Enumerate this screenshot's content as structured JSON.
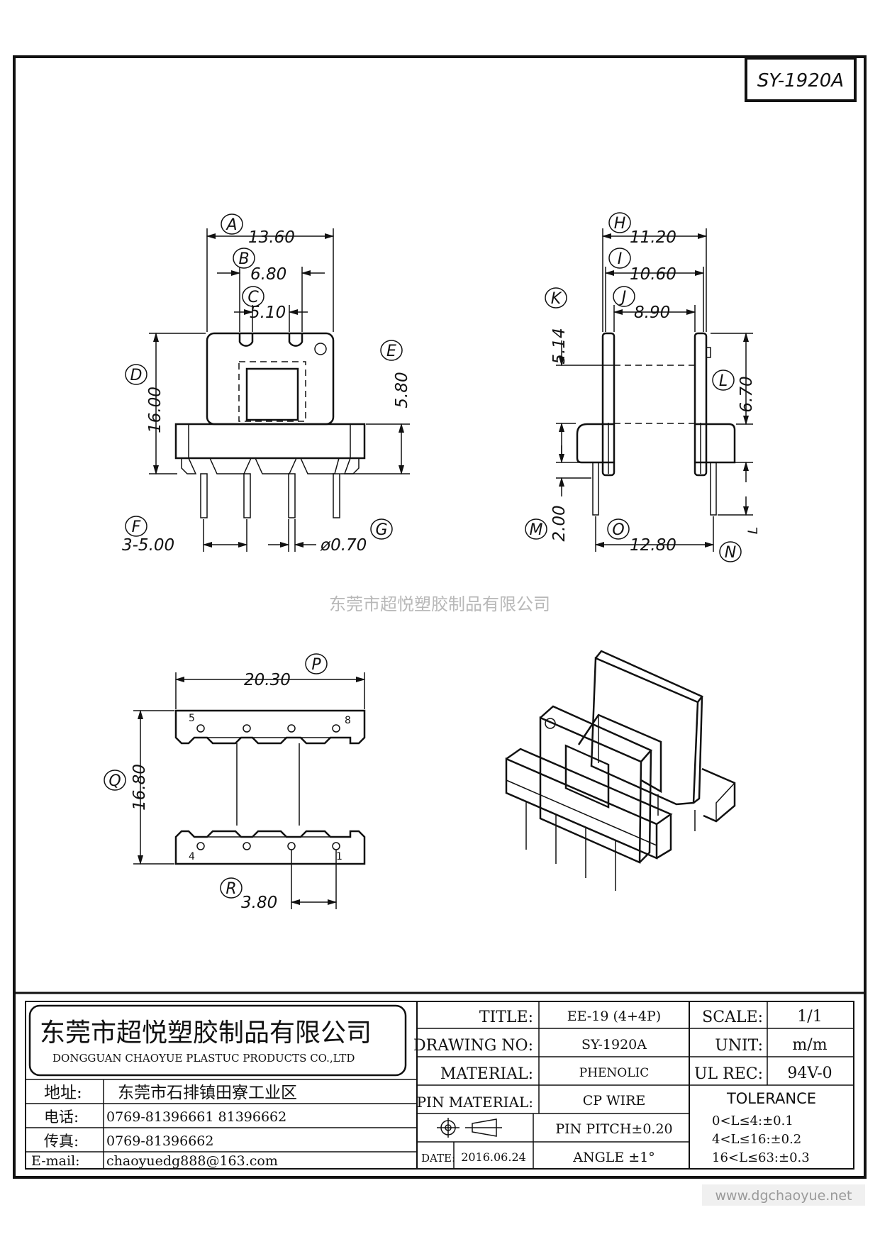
{
  "drawing_id": "SY-1920A",
  "watermark_company": "东莞市超悦塑胶制品有限公司",
  "footer_url": "www.dgchaoyue.net",
  "views": {
    "front": {
      "A": {
        "letter": "A",
        "value": "13.60"
      },
      "B": {
        "letter": "B",
        "value": "6.80"
      },
      "C": {
        "letter": "C",
        "value": "5.10"
      },
      "D": {
        "letter": "D",
        "value": "16.00"
      },
      "E": {
        "letter": "E",
        "value": "5.80"
      },
      "F": {
        "letter": "F",
        "value": "3-5.00"
      },
      "G": {
        "letter": "G",
        "value": "ø0.70"
      }
    },
    "side": {
      "H": {
        "letter": "H",
        "value": "11.20"
      },
      "I": {
        "letter": "I",
        "value": "10.60"
      },
      "J": {
        "letter": "J",
        "value": "8.90"
      },
      "K": {
        "letter": "K",
        "value": "5.14"
      },
      "L": {
        "letter": "L",
        "value": "6.70"
      },
      "L_small": "L",
      "M": {
        "letter": "M",
        "value": "2.00"
      },
      "O": {
        "letter": "O",
        "value": "12.80"
      },
      "N": {
        "letter": "N"
      }
    },
    "bottom": {
      "P": {
        "letter": "P",
        "value": "20.30"
      },
      "Q": {
        "letter": "Q",
        "value": "16.80"
      },
      "R": {
        "letter": "R",
        "value": "3.80"
      },
      "pins": [
        "5",
        "8",
        "4",
        "1"
      ]
    }
  },
  "title_block": {
    "company_cn": "东莞市超悦塑胶制品有限公司",
    "company_en": "DONGGUAN CHAOYUE PLASTUC PRODUCTS CO.,LTD",
    "address_label": "地址:",
    "address": "东莞市石排镇田寮工业区",
    "phone_label": "电话:",
    "phone": "0769-81396661  81396662",
    "fax_label": "传真:",
    "fax": "0769-81396662",
    "email_label": "E-mail:",
    "email": "chaoyuedg888@163.com",
    "title_label": "TITLE:",
    "title_value": "EE-19 (4+4P)",
    "drawing_no_label": "DRAWING NO:",
    "drawing_no_value": "SY-1920A",
    "material_label": "MATERIAL:",
    "material_value": "PHENOLIC",
    "pin_material_label": "PIN MATERIAL:",
    "pin_material_value": "CP WIRE",
    "pin_pitch": "PIN PITCH±0.20",
    "angle": "ANGLE  ±1°",
    "date_label": "DATE:",
    "date_value": "2016.06.24",
    "scale_label": "SCALE:",
    "scale_value": "1/1",
    "unit_label": "UNIT:",
    "unit_value": "m/m",
    "ul_rec_label": "UL REC:",
    "ul_rec_value": "94V-0",
    "tolerance_label": "TOLERANCE",
    "tolerance_rows": [
      "0<L≤4:±0.1",
      "4<L≤16:±0.2",
      "16<L≤63:±0.3"
    ]
  }
}
